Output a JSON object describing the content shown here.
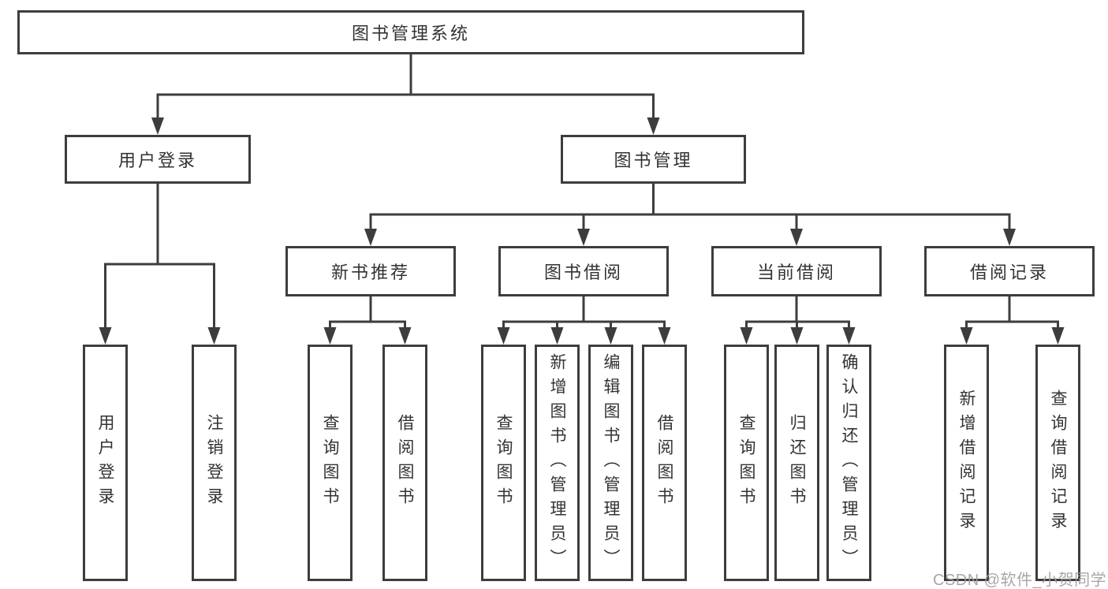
{
  "colors": {
    "line": "#3d3d3d",
    "box_border": "#3d3d3d",
    "text": "#333333",
    "watermark": "#9e9e9e",
    "background": "#ffffff"
  },
  "diagram": {
    "root": {
      "label": "图书管理系统"
    },
    "level2": {
      "user_login": {
        "label": "用户登录"
      },
      "book_management": {
        "label": "图书管理"
      }
    },
    "level3": {
      "new_book_recommend": {
        "label": "新书推荐"
      },
      "book_borrow": {
        "label": "图书借阅"
      },
      "current_borrow": {
        "label": "当前借阅"
      },
      "borrow_records": {
        "label": "借阅记录"
      }
    },
    "leaves": {
      "user_login": [
        "用户登录",
        "注销登录"
      ],
      "new_book_recommend": [
        "查询图书",
        "借阅图书"
      ],
      "book_borrow": [
        "查询图书",
        "新增图书（管理员）",
        "编辑图书（管理员）",
        "借阅图书"
      ],
      "current_borrow": [
        "查询图书",
        "归还图书",
        "确认归还（管理员）"
      ],
      "borrow_records": [
        "新增借阅记录",
        "查询借阅记录"
      ]
    }
  },
  "watermark": {
    "text": "CSDN @软件_小贺同学"
  }
}
